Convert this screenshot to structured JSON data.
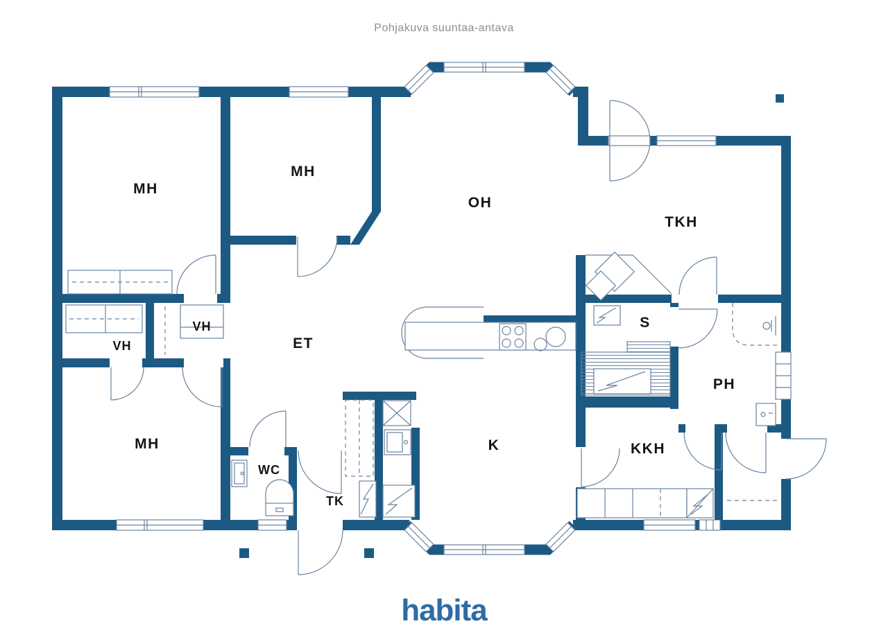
{
  "title": "Pohjakuva suuntaa-antava",
  "brand": {
    "logo_text": "habita"
  },
  "colors": {
    "bg": "#ffffff",
    "wall": "#1c5a84",
    "line": "#68839f",
    "label": "#141414",
    "title_text": "#8d8d8d",
    "logo": "#2e6ca3"
  },
  "rooms": [
    {
      "id": "mh-top-left",
      "label": "MH"
    },
    {
      "id": "mh-top-center",
      "label": "MH"
    },
    {
      "id": "oh",
      "label": "OH"
    },
    {
      "id": "tkh",
      "label": "TKH"
    },
    {
      "id": "vh-right",
      "label": "VH"
    },
    {
      "id": "vh-left",
      "label": "VH"
    },
    {
      "id": "et",
      "label": "ET"
    },
    {
      "id": "s",
      "label": "S"
    },
    {
      "id": "ph",
      "label": "PH"
    },
    {
      "id": "mh-bottom-left",
      "label": "MH"
    },
    {
      "id": "wc",
      "label": "WC"
    },
    {
      "id": "tk",
      "label": "TK"
    },
    {
      "id": "k",
      "label": "K"
    },
    {
      "id": "kkh",
      "label": "KKH"
    }
  ],
  "fixtures": [
    "fireplace",
    "sauna-heater",
    "sauna-benches",
    "kitchen-island",
    "stove",
    "kitchen-sink",
    "shower",
    "washing-machine",
    "toilet",
    "washbasin",
    "wardrobes",
    "water-heater",
    "technical-cabinet",
    "porch-pillars"
  ]
}
